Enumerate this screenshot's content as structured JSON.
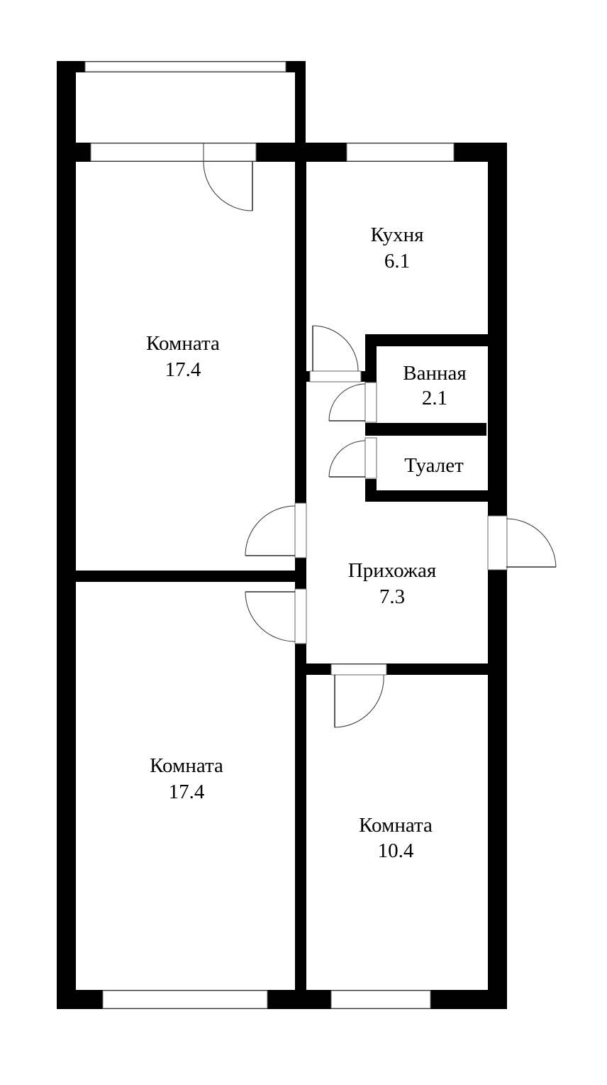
{
  "rooms": [
    {
      "name": "Комната",
      "area": "17.4"
    },
    {
      "name": "Кухня",
      "area": "6.1"
    },
    {
      "name": "Ванная",
      "area": "2.1"
    },
    {
      "name": "Туалет"
    },
    {
      "name": "Прихожая",
      "area": "7.3"
    },
    {
      "name": "Комната",
      "area": "17.4"
    },
    {
      "name": "Комната",
      "area": "10.4"
    }
  ]
}
